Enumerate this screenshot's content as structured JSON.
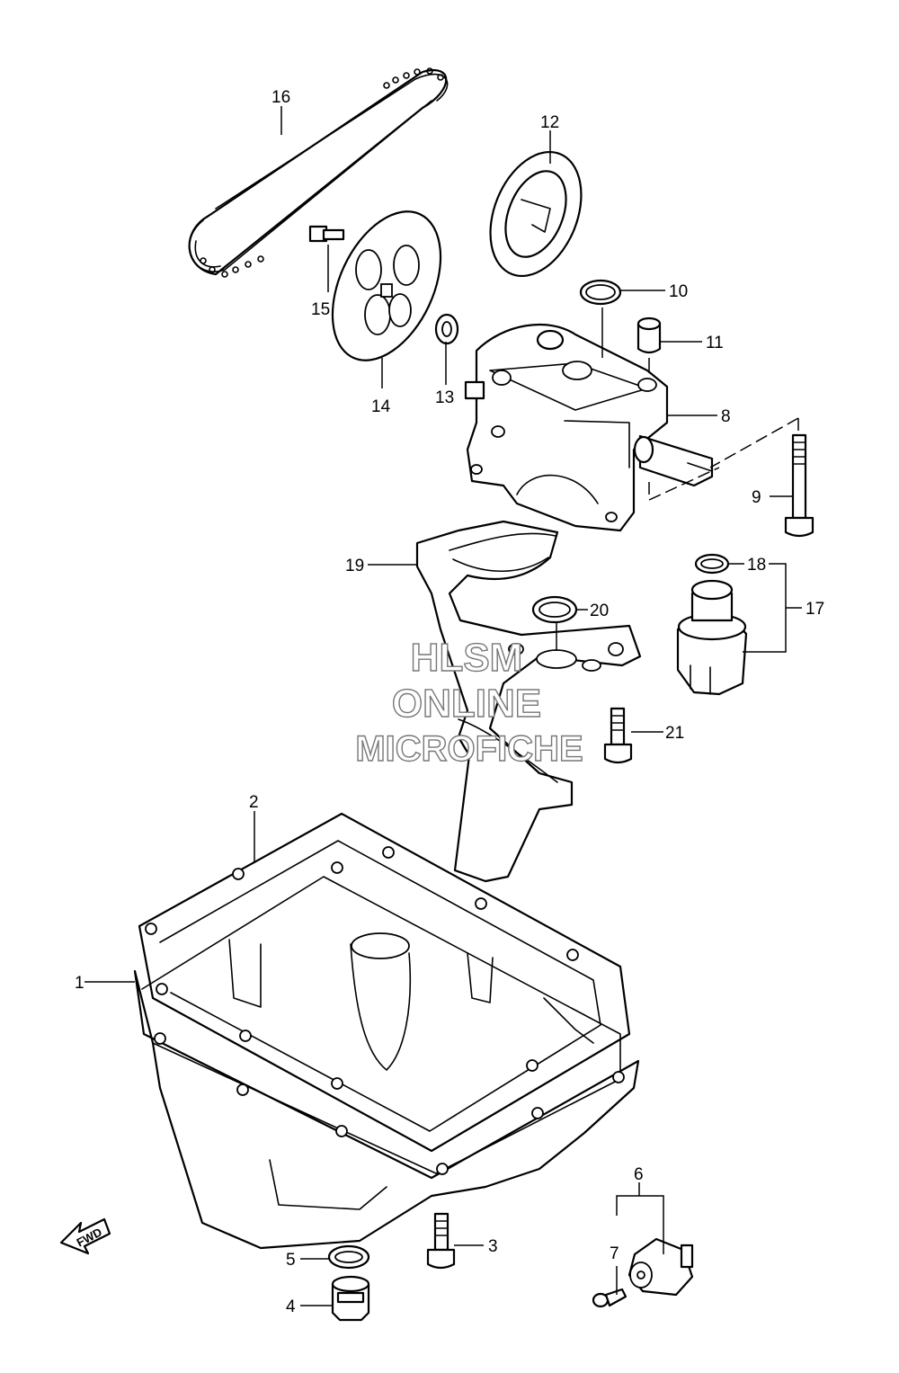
{
  "callouts": {
    "p1": "1",
    "p2": "2",
    "p3": "3",
    "p4": "4",
    "p5": "5",
    "p6": "6",
    "p7": "7",
    "p8": "8",
    "p9": "9",
    "p10": "10",
    "p11": "11",
    "p12": "12",
    "p13": "13",
    "p14": "14",
    "p15": "15",
    "p16": "16",
    "p17": "17",
    "p18": "18",
    "p19": "19",
    "p20": "20",
    "p21": "21"
  },
  "watermark": {
    "line1": "HLSM",
    "line2": "ONLINE",
    "line3": "MICROFICHE"
  },
  "fwd_label": "FWD",
  "colors": {
    "line": "#000000",
    "background": "#ffffff",
    "watermark_outline": "#777777"
  }
}
